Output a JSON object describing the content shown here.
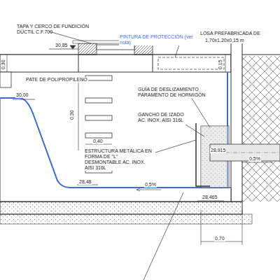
{
  "diagram": {
    "labels": [
      "TAPA Y CERCO DE FUNDICIÓN DÚCTIL C.F.700",
      "PINTURA DE PROTECCIÓN (ver nota)",
      "LOSA PREFABRICADA DE",
      "1,70x1,20x0,15 m",
      "30,85",
      "0,30",
      "0,15",
      "PATE DE POLIPROPILENO",
      "30,00",
      "0,30",
      "0,40",
      "GUÍA DE DESLIZAMIENTO PARAMENTO DE HORMIGÓN",
      "GANCHO DE IZADO AC. INOX. AISI 316L",
      "ESTRUCTURA METÁLICA EN FORMA DE \"L\" DESMONTABLE AC. INOX. AISI 316L",
      "28,915",
      "0,5%",
      "28,48",
      "0,5%",
      "28,465",
      "0,70"
    ]
  }
}
